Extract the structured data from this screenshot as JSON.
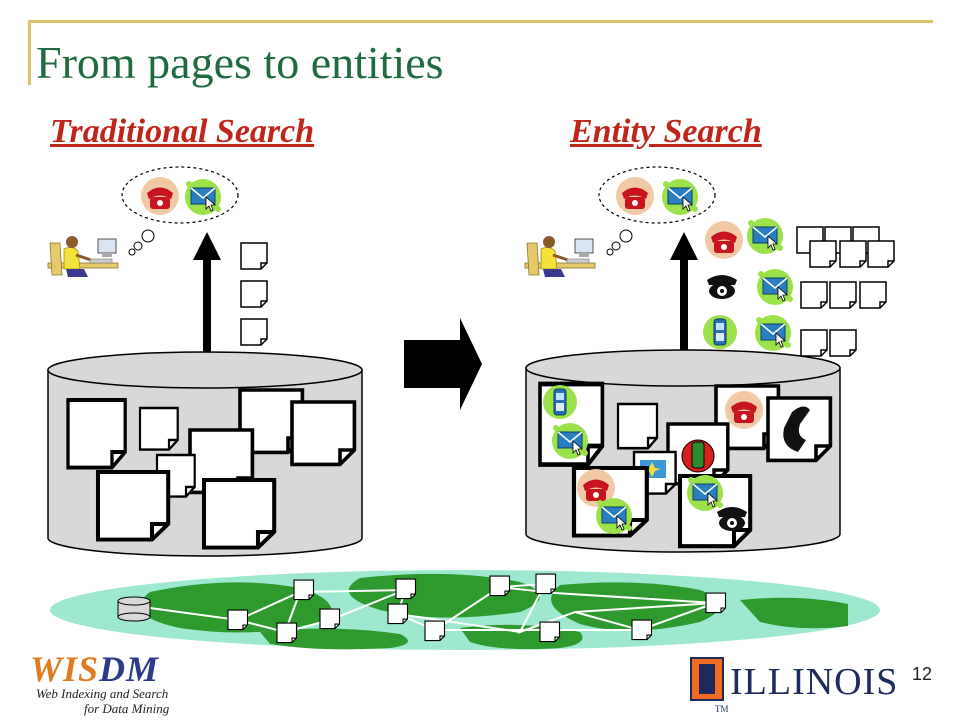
{
  "slide": {
    "title": "From pages to entities",
    "left_heading": "Traditional Search",
    "right_heading": "Entity Search",
    "page_number": "12"
  },
  "logos": {
    "wisdm_part1": "WIS",
    "wisdm_part2": "DM",
    "wisdm_line1": "Web Indexing and Search",
    "wisdm_line2": "for Data Mining",
    "illinois": "ILLINOIS",
    "trademark": "TM"
  },
  "colors": {
    "title": "#1d6b3f",
    "heading": "#c0251b",
    "rule": "#d6c36a",
    "web_blob": "#9fe8d0",
    "land": "#2e9a2e"
  },
  "icons": [
    "person-at-computer-icon",
    "thought-cloud-icon",
    "telephone-icon",
    "email-icon",
    "mobile-phone-icon",
    "rotary-phone-icon",
    "database-cylinder-icon",
    "document-page-icon",
    "arrow-right-icon"
  ]
}
